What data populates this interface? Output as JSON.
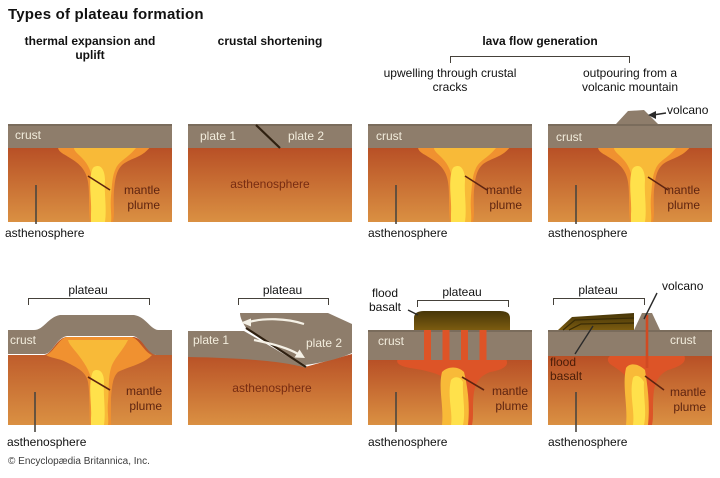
{
  "header": {
    "title": "Types of plateau formation",
    "col_thermal": "thermal expansion and uplift",
    "col_shortening": "crustal shortening",
    "col_lava": "lava flow generation",
    "sub_upwelling": "upwelling through crustal cracks",
    "sub_outpouring": "outpouring from a volcanic mountain"
  },
  "labels": {
    "crust": "crust",
    "plate_1": "plate 1",
    "plate_2": "plate 2",
    "asthenosphere": "asthenosphere",
    "mantle_plume": "mantle plume",
    "plateau": "plateau",
    "volcano": "volcano",
    "flood_basalt": "flood basalt"
  },
  "footer": {
    "copyright": "© Encyclopædia Britannica, Inc."
  },
  "palette": {
    "crust": "#8e7d6b",
    "crust-edge": "#7a6c5c",
    "asth-top": "#b85026",
    "asth-bottom": "#da9042",
    "plume-outer": "#f09130",
    "plume-mid": "#f8ba38",
    "plume-core": "#ffe14b",
    "plume-red": "#dd5427",
    "basalt-top": "#473608",
    "basalt-bottom": "#7c5c10",
    "maroon": "#5e2410",
    "inner-text": "#772c12",
    "white-label": "#f2ecdc",
    "basalt-label": "#4a1d08",
    "leader-gray": "#4a463f",
    "leader-black": "#2a2a2a"
  }
}
